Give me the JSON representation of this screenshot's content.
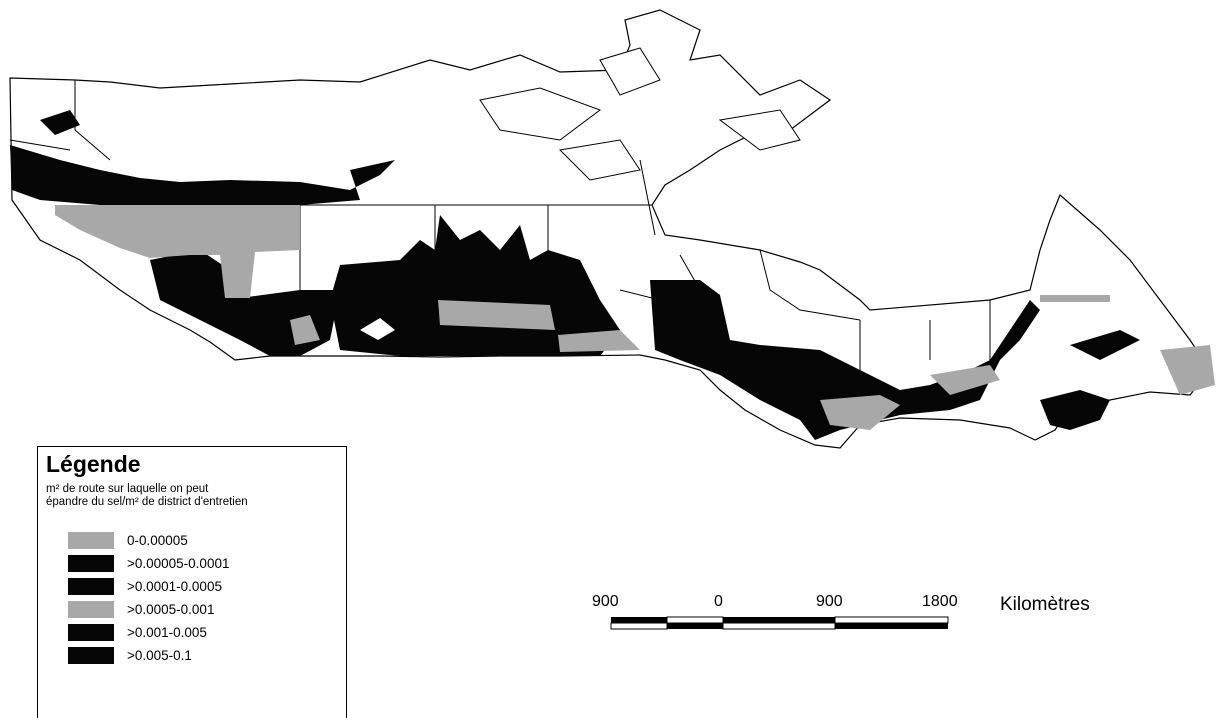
{
  "legend": {
    "title": "Légende",
    "subtitle_line1": "m² de route sur laquelle on peut",
    "subtitle_line2": "épandre du sel/m² de district d'entretien",
    "classes": [
      {
        "label": "0-0.00005",
        "color": "#a8a8a8"
      },
      {
        "label": ">0.00005-0.0001",
        "color": "#060606"
      },
      {
        "label": ">0.0001-0.0005",
        "color": "#060606"
      },
      {
        "label": ">0.0005-0.001",
        "color": "#a8a8a8"
      },
      {
        "label": ">0.001-0.005",
        "color": "#060606"
      },
      {
        "label": ">0.005-0.1",
        "color": "#060606"
      }
    ]
  },
  "scale": {
    "ticks": [
      "900",
      "0",
      "900",
      "1800"
    ],
    "unit": "Kilomètres"
  },
  "colors": {
    "dark_fill": "#060606",
    "light_fill": "#a8a8a8",
    "outline": "#000000",
    "background": "#ffffff"
  }
}
